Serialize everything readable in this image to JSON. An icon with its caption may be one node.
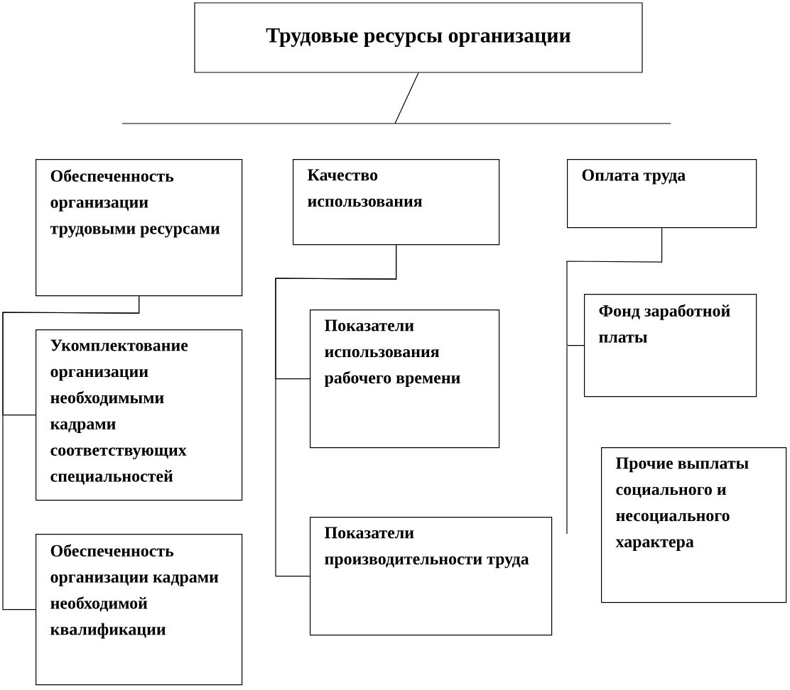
{
  "diagram": {
    "nodes": [
      {
        "text": [
          "Трудовые ресурсы организации"
        ]
      },
      {
        "text": [
          "Обеспеченность организации трудовыми ресурсами"
        ]
      },
      {
        "text": [
          "Качество использования"
        ]
      },
      {
        "text": [
          "Оплата труда"
        ]
      },
      {
        "text": [
          "Укомплектование организации необходимыми кадрами соответствующих специальностей"
        ]
      },
      {
        "text": [
          "Обеспеченность организации кадрами необходимой квалификации"
        ]
      },
      {
        "text": [
          "Показатели использования рабочего времени"
        ]
      },
      {
        "text": [
          "Показатели производительности труда"
        ]
      },
      {
        "text": [
          "Фонд заработной платы"
        ]
      },
      {
        "text": [
          "Прочие выплаты социального и несоциального характера"
        ]
      }
    ],
    "edges": [
      {
        "from": 0,
        "to": null,
        "arrow": "none"
      },
      {
        "from": 1,
        "to": 4,
        "arrow": "none"
      },
      {
        "from": 1,
        "to": 5,
        "arrow": "none"
      },
      {
        "from": 2,
        "to": 6,
        "arrow": "none"
      },
      {
        "from": 2,
        "to": 7,
        "arrow": "none"
      },
      {
        "from": 3,
        "to": 8,
        "arrow": "none"
      }
    ]
  }
}
